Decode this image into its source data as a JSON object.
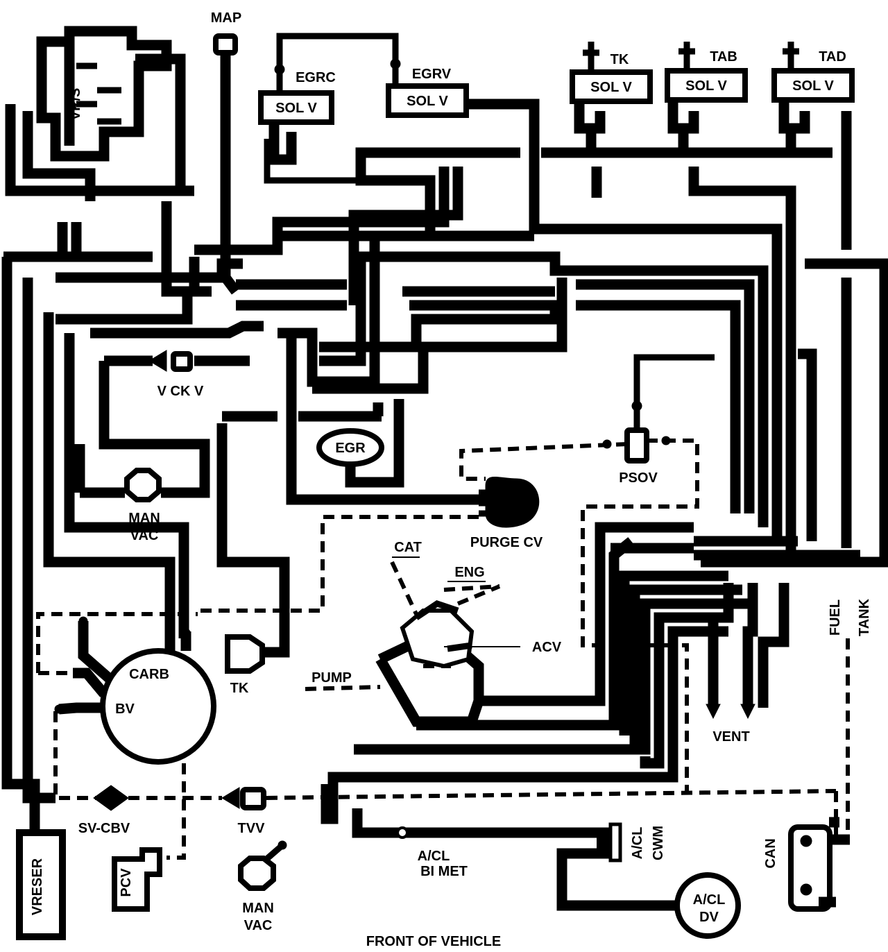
{
  "labels": {
    "map": "MAP",
    "egrc": "EGRC",
    "egrv": "EGRV",
    "tk_top": "TK",
    "tab": "TAB",
    "tad": "TAD",
    "sol_v": "SOL V",
    "vrs": "VR/S",
    "vckv": "V CK V",
    "man_vac": [
      "MAN",
      "VAC"
    ],
    "egr": "EGR",
    "psov": "PSOV",
    "purge_cv": "PURGE CV",
    "cat": "CAT",
    "eng": "ENG",
    "acv": "ACV",
    "pump": "PUMP",
    "carb": "CARB",
    "bv": "BV",
    "tk_bottom": "TK",
    "sv_cbv": "SV-CBV",
    "tvv": "TVV",
    "vreser": "VRESER",
    "pcv": "PCV",
    "acl_bimet": [
      "A/CL",
      "BI MET"
    ],
    "acl_cwm": [
      "A/CL",
      "CWM"
    ],
    "acl_dv": [
      "A/CL",
      "DV"
    ],
    "vent": "VENT",
    "fuel_tank": [
      "FUEL",
      "TANK"
    ],
    "can": "CAN",
    "front": "FRONT OF VEHICLE"
  }
}
